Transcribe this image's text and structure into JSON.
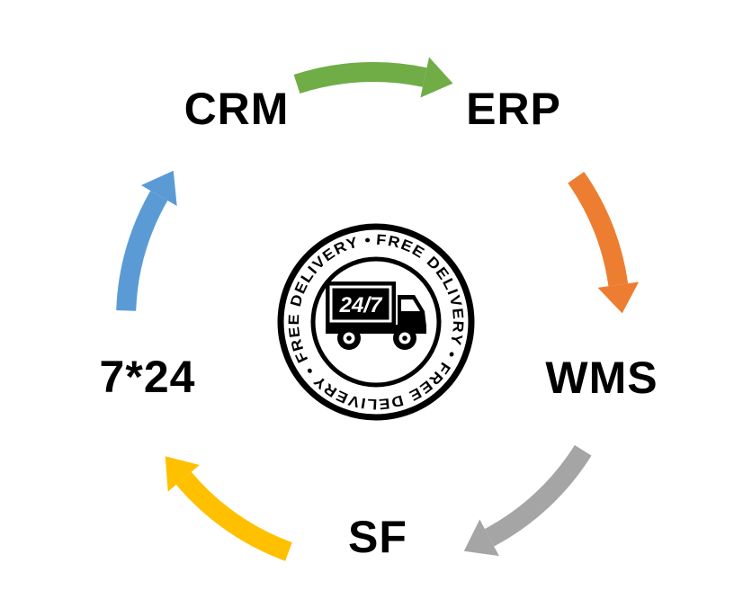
{
  "diagram": {
    "nodes": [
      {
        "id": "crm",
        "label": "CRM"
      },
      {
        "id": "erp",
        "label": "ERP"
      },
      {
        "id": "wms",
        "label": "WMS"
      },
      {
        "id": "sf",
        "label": "SF"
      },
      {
        "id": "s724",
        "label": "7*24"
      }
    ]
  },
  "badge": {
    "ring_text": "FREE DELIVERY • FREE DELIVERY • FREE DELIVERY • ",
    "truck_label": "24/7"
  },
  "colors": {
    "arrow_crm_to_erp": "#70ad47",
    "arrow_erp_to_wms": "#ed7d31",
    "arrow_wms_to_sf": "#a5a5a5",
    "arrow_sf_to_724": "#ffc000",
    "arrow_724_to_crm": "#5b9bd5",
    "text": "#000000"
  }
}
